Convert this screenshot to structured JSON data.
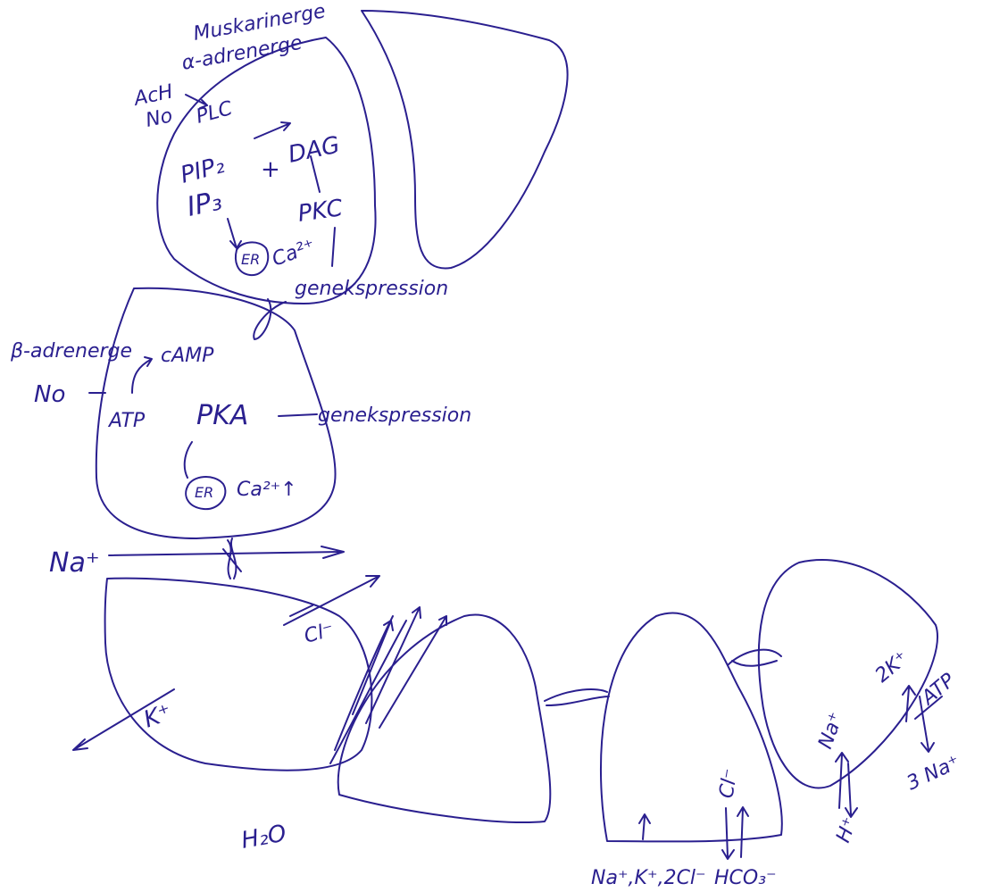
{
  "labels": {
    "muscarinic": "Muskarinerge",
    "alpha_adrenergic": "α-adrenerge",
    "ach": "AcH",
    "no_top": "No",
    "plc": "PLC",
    "pip2": "PIP₂",
    "dag": "DAG",
    "plus": "+",
    "ip3": "IP₃",
    "pkc": "PKC",
    "er_top": "ER",
    "ca_top": "Ca²⁺",
    "gene_expression_top": "genekspression",
    "beta_adrenergic": "β-adrenerge",
    "no_mid": "No",
    "camp": "cAMP",
    "atp_mid": "ATP",
    "pka": "PKA",
    "gene_expression_mid": "genekspression",
    "er_mid": "ER",
    "ca_mid": "Ca²⁺↑",
    "na_plus": "Na⁺",
    "cl_minus_left": "Cl⁻",
    "k_plus_left": "K⁺",
    "h2o": "H₂O",
    "cl_minus_right": "Cl⁻",
    "cotransport": "Na⁺,K⁺,2Cl⁻",
    "hco3": "HCO₃⁻",
    "na_plus_right": "Na⁺",
    "h_plus": "H⁺",
    "two_k": "2K⁺",
    "atp_right": "ATP",
    "three_na": "3 Na⁺"
  },
  "colors": {
    "ink": "#2a1f8f",
    "background": "#ffffff"
  }
}
